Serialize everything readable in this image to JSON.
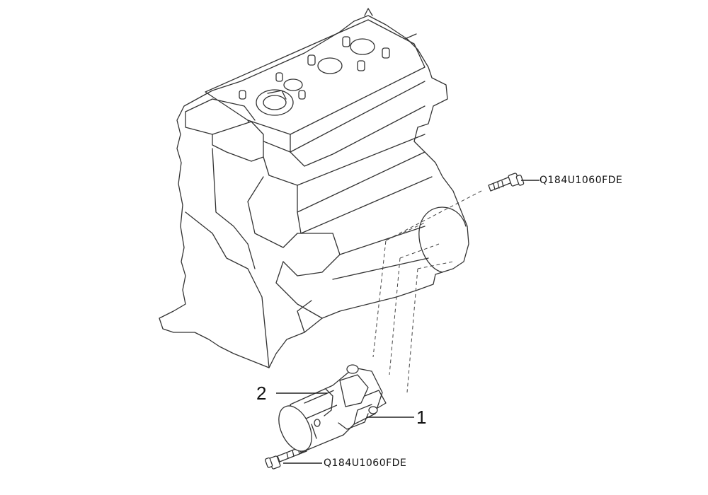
{
  "callouts": {
    "item_1": "1",
    "item_2": "2"
  },
  "fasteners": {
    "upper_bolt": "Q184U1060FDE",
    "lower_bolt": "Q184U1060FDE"
  },
  "colors": {
    "line": "#333333",
    "background": "#ffffff"
  }
}
